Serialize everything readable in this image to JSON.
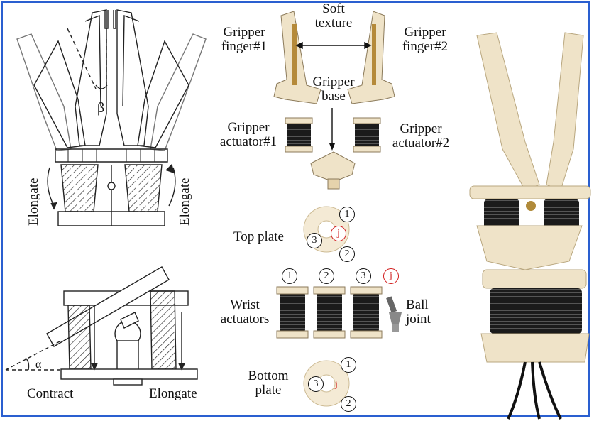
{
  "figure": {
    "left_top": {
      "angle_label": "β",
      "elongate_left": "Elongate",
      "elongate_right": "Elongate"
    },
    "left_bottom": {
      "angle_label": "α",
      "contract": "Contract",
      "elongate": "Elongate"
    },
    "middle": {
      "soft_texture": [
        "Soft",
        "texture"
      ],
      "finger1": [
        "Gripper",
        "finger#1"
      ],
      "finger2": [
        "Gripper",
        "finger#2"
      ],
      "base": [
        "Gripper",
        "base"
      ],
      "actuator1": [
        "Gripper",
        "actuator#1"
      ],
      "actuator2": [
        "Gripper",
        "actuator#2"
      ],
      "top_plate": "Top plate",
      "wrist_actuators": [
        "Wrist",
        "actuators"
      ],
      "ball_joint": [
        "Ball",
        "joint"
      ],
      "bottom_plate": [
        "Bottom",
        "plate"
      ],
      "markers": {
        "one": "①",
        "two": "②",
        "three": "③",
        "j": "j"
      },
      "marker_plain": {
        "one": "1",
        "two": "2",
        "three": "3",
        "j": "j"
      }
    }
  },
  "colors": {
    "frame": "#2a5fd0",
    "marker_red": "#d21f1f",
    "plastic": "#efe3c8",
    "actuator": "#1b1b1b"
  }
}
